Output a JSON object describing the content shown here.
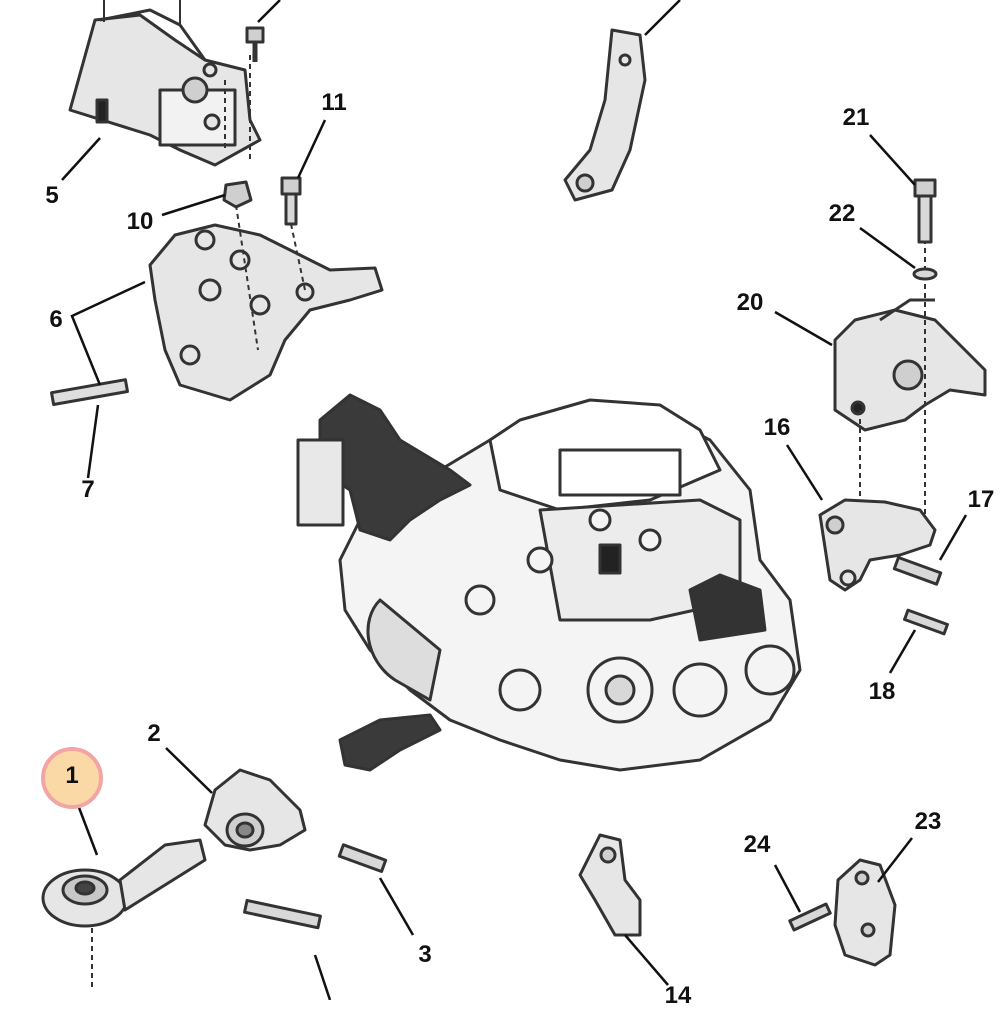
{
  "diagram": {
    "highlighted_part": "1",
    "highlight_color": "#fbd9a6",
    "highlight_ring_color": "#f3a5a5",
    "part_fill": "#e6e6e6",
    "part_stroke": "#333333",
    "callouts": [
      {
        "id": "c1",
        "label": "1"
      },
      {
        "id": "c2",
        "label": "2"
      },
      {
        "id": "c3",
        "label": "3"
      },
      {
        "id": "c5",
        "label": "5"
      },
      {
        "id": "c6",
        "label": "6"
      },
      {
        "id": "c7",
        "label": "7"
      },
      {
        "id": "c10",
        "label": "10"
      },
      {
        "id": "c11",
        "label": "11"
      },
      {
        "id": "c14",
        "label": "14"
      },
      {
        "id": "c16",
        "label": "16"
      },
      {
        "id": "c17",
        "label": "17"
      },
      {
        "id": "c18",
        "label": "18"
      },
      {
        "id": "c20",
        "label": "20"
      },
      {
        "id": "c21",
        "label": "21"
      },
      {
        "id": "c22",
        "label": "22"
      },
      {
        "id": "c23",
        "label": "23"
      },
      {
        "id": "c24",
        "label": "24"
      }
    ]
  }
}
